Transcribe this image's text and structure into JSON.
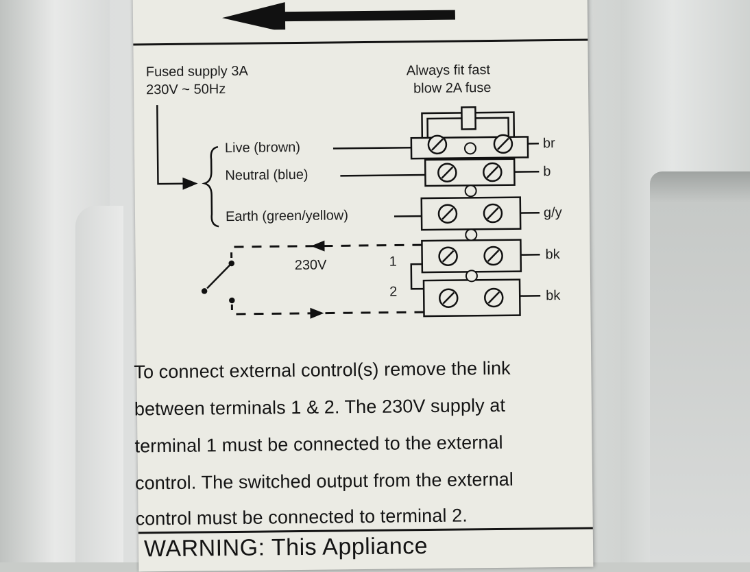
{
  "supply": {
    "line1": "Fused supply 3A",
    "line2": "230V ~ 50Hz"
  },
  "fuse_note": {
    "line1": "Always fit fast",
    "line2": "blow 2A fuse"
  },
  "wires_left": [
    {
      "label": "Live (brown)"
    },
    {
      "label": "Neutral (blue)"
    },
    {
      "label": "Earth (green/yellow)"
    }
  ],
  "wires_right": [
    "br",
    "b",
    "g/y",
    "bk",
    "bk"
  ],
  "loop": {
    "voltage": "230V",
    "terminal1": "1",
    "terminal2": "2"
  },
  "instructions": [
    "To connect external control(s) remove the link",
    "between terminals 1 & 2. The 230V supply at",
    "terminal 1 must be connected to the external",
    "control. The switched output from the external",
    "control must be connected to terminal 2."
  ],
  "warning": "WARNING: This Appliance"
}
